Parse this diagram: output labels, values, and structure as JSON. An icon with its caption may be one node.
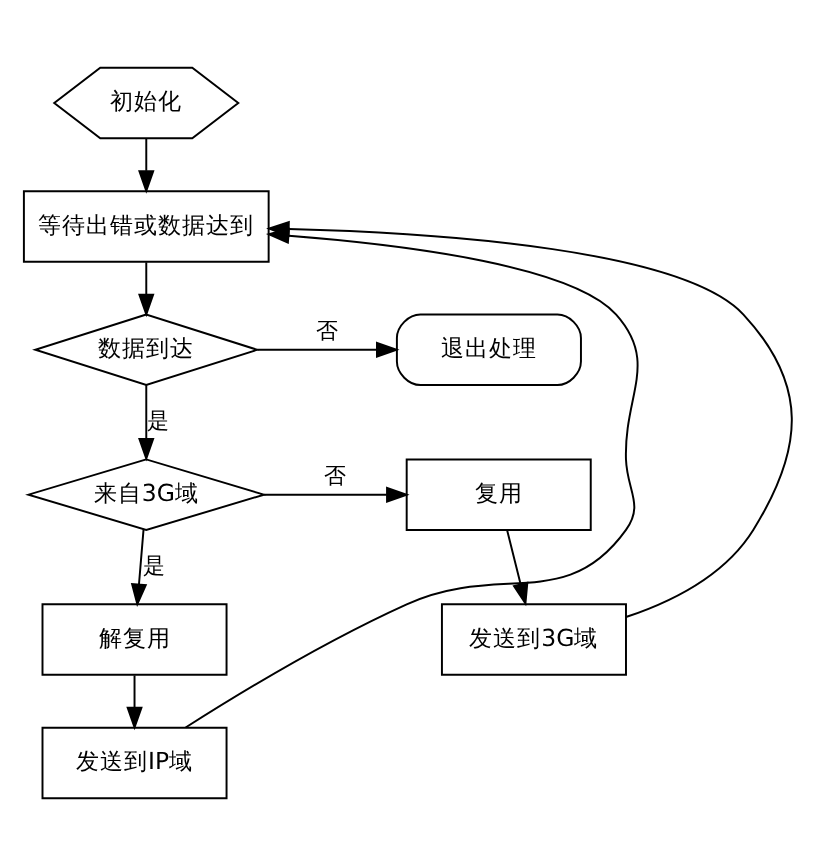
{
  "diagram": {
    "nodes": [
      {
        "text": [
          "初始化"
        ]
      },
      {
        "text": [
          "等待出错或数据达到"
        ]
      },
      {
        "text": [
          "数据到达"
        ]
      },
      {
        "text": [
          "退出处理"
        ]
      },
      {
        "text": [
          "来自3G域"
        ]
      },
      {
        "text": [
          "复用"
        ]
      },
      {
        "text": [
          "解复用"
        ]
      },
      {
        "text": [
          "发送到IP域"
        ]
      },
      {
        "text": [
          "发送到3G域"
        ]
      }
    ],
    "edges": [
      {
        "from": 0,
        "to": 1,
        "arrow": "to"
      },
      {
        "from": 1,
        "to": 2,
        "arrow": "to"
      },
      {
        "from": 2,
        "to": 3,
        "arrow": "to",
        "label": "否"
      },
      {
        "from": 2,
        "to": 4,
        "arrow": "to",
        "label": "是"
      },
      {
        "from": 4,
        "to": 5,
        "arrow": "to",
        "label": "否"
      },
      {
        "from": 4,
        "to": 6,
        "arrow": "to",
        "label": "是"
      },
      {
        "from": 6,
        "to": 7,
        "arrow": "to"
      },
      {
        "from": 5,
        "to": 8,
        "arrow": "to"
      },
      {
        "from": 7,
        "to": 1,
        "arrow": "to"
      },
      {
        "from": 8,
        "to": 1,
        "arrow": "to"
      }
    ]
  }
}
